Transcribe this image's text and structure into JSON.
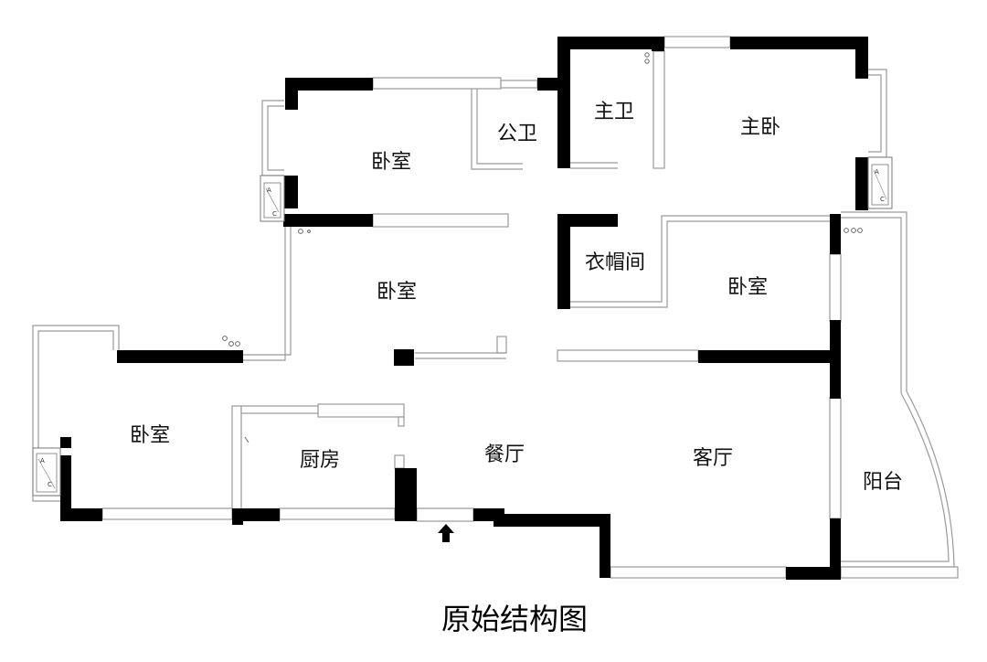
{
  "title": "原始结构图",
  "rooms": {
    "bedroom_top": "卧室",
    "public_bath": "公卫",
    "master_bath": "主卫",
    "master_bedroom": "主卧",
    "bedroom_middle": "卧室",
    "walk_in_closet": "衣帽间",
    "bedroom_right": "卧室",
    "bedroom_left": "卧室",
    "kitchen": "厨房",
    "dining": "餐厅",
    "living": "客厅",
    "balcony": "阳台"
  },
  "fixtures": {
    "ac_letter": "A",
    "c_letter": "C"
  },
  "icons": {
    "entrance": "entrance-arrow-icon"
  }
}
